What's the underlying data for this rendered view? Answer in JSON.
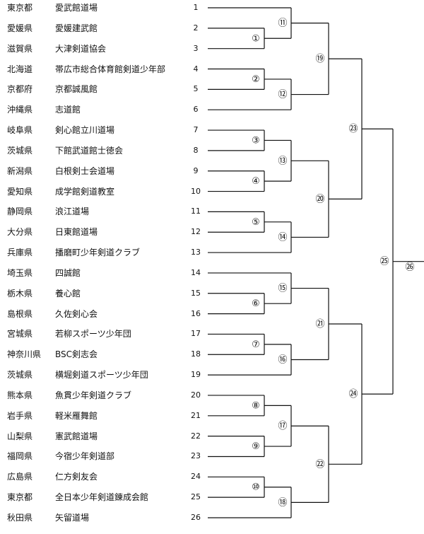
{
  "entries": [
    {
      "seed": "1",
      "pref": "東京都",
      "club": "愛武館道場"
    },
    {
      "seed": "2",
      "pref": "愛媛県",
      "club": "愛媛建武館"
    },
    {
      "seed": "3",
      "pref": "滋賀県",
      "club": "大津剣道協会"
    },
    {
      "seed": "4",
      "pref": "北海道",
      "club": "帯広市総合体育館剣道少年部"
    },
    {
      "seed": "5",
      "pref": "京都府",
      "club": "京都誠風館"
    },
    {
      "seed": "6",
      "pref": "沖縄県",
      "club": "志道館"
    },
    {
      "seed": "7",
      "pref": "岐阜県",
      "club": "剣心館立川道場"
    },
    {
      "seed": "8",
      "pref": "茨城県",
      "club": "下館武道館士徳会"
    },
    {
      "seed": "9",
      "pref": "新潟県",
      "club": "白根剣士会道場"
    },
    {
      "seed": "10",
      "pref": "愛知県",
      "club": "成学館剣道教室"
    },
    {
      "seed": "11",
      "pref": "静岡県",
      "club": "浪江道場"
    },
    {
      "seed": "12",
      "pref": "大分県",
      "club": "日東館道場"
    },
    {
      "seed": "13",
      "pref": "兵庫県",
      "club": "播磨町少年剣道クラブ"
    },
    {
      "seed": "14",
      "pref": "埼玉県",
      "club": "四誠館"
    },
    {
      "seed": "15",
      "pref": "栃木県",
      "club": "養心館"
    },
    {
      "seed": "16",
      "pref": "島根県",
      "club": "久佐剣心会"
    },
    {
      "seed": "17",
      "pref": "宮城県",
      "club": "若柳スポーツ少年団"
    },
    {
      "seed": "18",
      "pref": "神奈川県",
      "club": "BSC剣志会"
    },
    {
      "seed": "19",
      "pref": "茨城県",
      "club": "横堀剣道スポーツ少年団"
    },
    {
      "seed": "20",
      "pref": "熊本県",
      "club": "魚貫少年剣道クラブ"
    },
    {
      "seed": "21",
      "pref": "岩手県",
      "club": "軽米雁舞館"
    },
    {
      "seed": "22",
      "pref": "山梨県",
      "club": "憲武館道場"
    },
    {
      "seed": "23",
      "pref": "福岡県",
      "club": "今宿少年剣道部"
    },
    {
      "seed": "24",
      "pref": "広島県",
      "club": "仁方剣友会"
    },
    {
      "seed": "25",
      "pref": "東京都",
      "club": "全日本少年剣道錬成会館"
    },
    {
      "seed": "26",
      "pref": "秋田県",
      "club": "矢留道場"
    }
  ],
  "matches": [
    {
      "label": "①",
      "a": 1,
      "b": 2,
      "a_type": "seed",
      "b_type": "seed"
    },
    {
      "label": "②",
      "a": 3,
      "b": 4,
      "a_type": "seed",
      "b_type": "seed"
    },
    {
      "label": "③",
      "a": 6,
      "b": 7,
      "a_type": "seed",
      "b_type": "seed"
    },
    {
      "label": "④",
      "a": 8,
      "b": 9,
      "a_type": "seed",
      "b_type": "seed"
    },
    {
      "label": "⑤",
      "a": 10,
      "b": 11,
      "a_type": "seed",
      "b_type": "seed"
    },
    {
      "label": "⑥",
      "a": 14,
      "b": 15,
      "a_type": "seed",
      "b_type": "seed"
    },
    {
      "label": "⑦",
      "a": 16,
      "b": 17,
      "a_type": "seed",
      "b_type": "seed"
    },
    {
      "label": "⑧",
      "a": 19,
      "b": 20,
      "a_type": "seed",
      "b_type": "seed"
    },
    {
      "label": "⑨",
      "a": 21,
      "b": 22,
      "a_type": "seed",
      "b_type": "seed"
    },
    {
      "label": "⑩",
      "a": 23,
      "b": 24,
      "a_type": "seed",
      "b_type": "seed"
    },
    {
      "label": "⑪",
      "a": 0,
      "b": 0,
      "a_type": "seed",
      "b_type": "match"
    },
    {
      "label": "⑫",
      "a": 1,
      "b": 5,
      "a_type": "match",
      "b_type": "seed"
    },
    {
      "label": "⑬",
      "a": 2,
      "b": 3,
      "a_type": "match",
      "b_type": "match"
    },
    {
      "label": "⑭",
      "a": 4,
      "b": 12,
      "a_type": "match",
      "b_type": "seed"
    },
    {
      "label": "⑮",
      "a": 13,
      "b": 5,
      "a_type": "seed",
      "b_type": "match"
    },
    {
      "label": "⑯",
      "a": 6,
      "b": 18,
      "a_type": "match",
      "b_type": "seed"
    },
    {
      "label": "⑰",
      "a": 7,
      "b": 8,
      "a_type": "match",
      "b_type": "match"
    },
    {
      "label": "⑱",
      "a": 9,
      "b": 25,
      "a_type": "match",
      "b_type": "seed"
    },
    {
      "label": "⑲",
      "a": 10,
      "b": 11,
      "a_type": "match",
      "b_type": "match"
    },
    {
      "label": "⑳",
      "a": 12,
      "b": 13,
      "a_type": "match",
      "b_type": "match"
    },
    {
      "label": "㉑",
      "a": 14,
      "b": 15,
      "a_type": "match",
      "b_type": "match"
    },
    {
      "label": "㉒",
      "a": 16,
      "b": 17,
      "a_type": "match",
      "b_type": "match"
    },
    {
      "label": "㉓",
      "a": 18,
      "b": 19,
      "a_type": "match",
      "b_type": "match"
    },
    {
      "label": "㉔",
      "a": 20,
      "b": 21,
      "a_type": "match",
      "b_type": "match"
    },
    {
      "label": "㉕",
      "a": 22,
      "b": 23,
      "a_type": "match",
      "b_type": "match"
    },
    {
      "label": "㉖",
      "a": 24,
      "b": 0,
      "a_type": "match",
      "b_type": "none"
    }
  ]
}
